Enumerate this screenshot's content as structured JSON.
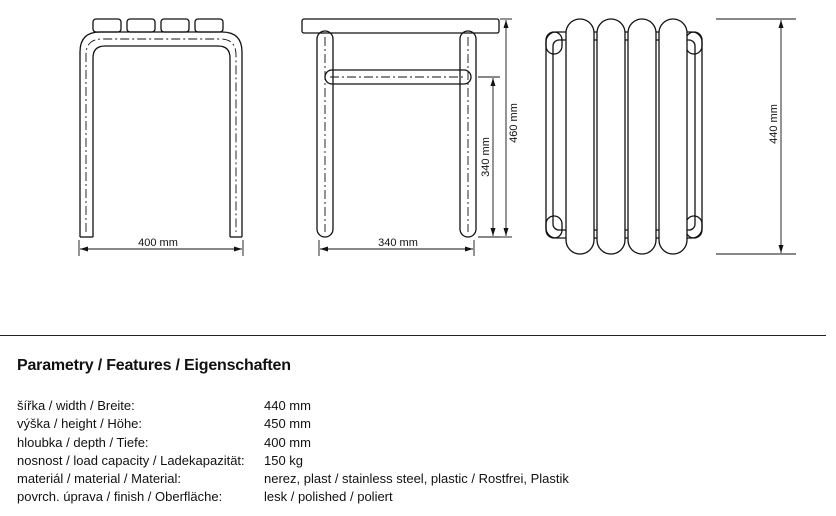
{
  "dimensions": {
    "front_width": "400 mm",
    "side_depth": "340 mm",
    "side_rail_height": "340 mm",
    "side_total_height": "460 mm",
    "top_width": "440 mm"
  },
  "features": {
    "heading": "Parametry / Features / Eigenschaften",
    "rows": [
      {
        "label": "šířka / width / Breite:",
        "value": "440 mm"
      },
      {
        "label": "výška / height / Höhe:",
        "value": "450 mm"
      },
      {
        "label": "hloubka / depth / Tiefe:",
        "value": "400 mm"
      },
      {
        "label": "nosnost / load capacity / Ladekapazität:",
        "value": "150 kg"
      },
      {
        "label": "materiál / material / Material:",
        "value": "nerez, plast / stainless steel, plastic / Rostfrei, Plastik"
      },
      {
        "label": "povrch. úprava / finish / Oberfläche:",
        "value": "lesk / polished / poliert"
      }
    ]
  }
}
